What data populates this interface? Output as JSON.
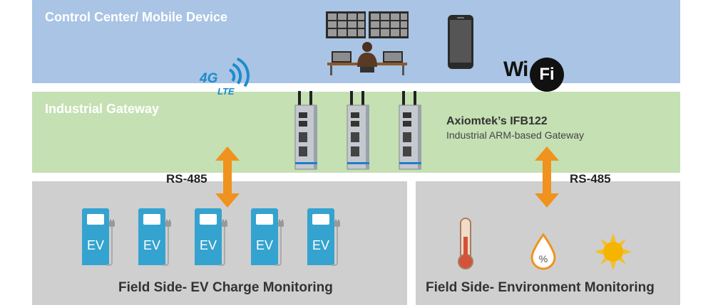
{
  "control_center": {
    "title": "Control Center/ Mobile Device"
  },
  "industrial_gateway": {
    "title": "Industrial Gateway",
    "product_name": "Axiomtek’s IFB122",
    "product_description": "Industrial ARM-based Gateway"
  },
  "connectivity": {
    "lte_main": "4G",
    "lte_sub": "LTE",
    "wifi_left": "Wi",
    "wifi_right": "Fi",
    "link_left": "RS-485",
    "link_right": "RS-485"
  },
  "field_ev": {
    "title": "Field Side- EV Charge Monitoring",
    "charger_label": "EV",
    "charger_count": 5
  },
  "field_env": {
    "title": "Field Side- Environment Monitoring",
    "humidity_symbol": "%"
  },
  "colors": {
    "control_band": "#a9c4e4",
    "gateway_band": "#c5e0b3",
    "field_band": "#cfcfcf",
    "arrow": "#f0921e",
    "ev_charger": "#34a3cf",
    "lte": "#1b8ccc"
  },
  "icons": [
    "monitor-wall-icon",
    "operator-desk-icon",
    "smartphone-icon",
    "lte-signal-icon",
    "wifi-logo-icon",
    "gateway-device-icon",
    "ev-charger-icon",
    "thermometer-icon",
    "humidity-drop-icon",
    "sun-icon",
    "double-arrow-icon"
  ]
}
